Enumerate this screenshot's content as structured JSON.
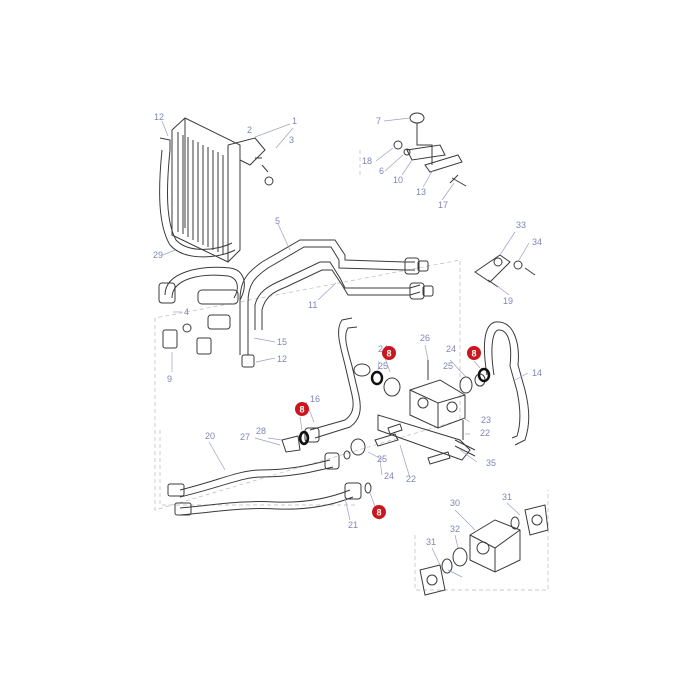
{
  "colors": {
    "callout": "#7f86b5",
    "highlight": "#c8171e",
    "line": "#3b3b3b"
  },
  "labels": {
    "l1": "1",
    "l2": "2",
    "l3": "3",
    "l4": "4",
    "l5": "5",
    "l6": "6",
    "l7": "7",
    "l9": "9",
    "l10": "10",
    "l11": "11",
    "l12a": "12",
    "l12b": "12",
    "l13": "13",
    "l14": "14",
    "l15": "15",
    "l16": "16",
    "l17": "17",
    "l18": "18",
    "l19": "19",
    "l20": "20",
    "l21": "21",
    "l22a": "22",
    "l22b": "22",
    "l23": "23",
    "l24a": "24",
    "l24b": "24",
    "l24c": "24",
    "l25a": "25",
    "l25b": "25",
    "l25c": "25",
    "l26": "26",
    "l27": "27",
    "l28": "28",
    "l29": "29",
    "l30": "30",
    "l31a": "31",
    "l31b": "31",
    "l32": "32",
    "l33": "33",
    "l34": "34",
    "l35": "35"
  },
  "highlight": {
    "label": "8"
  }
}
